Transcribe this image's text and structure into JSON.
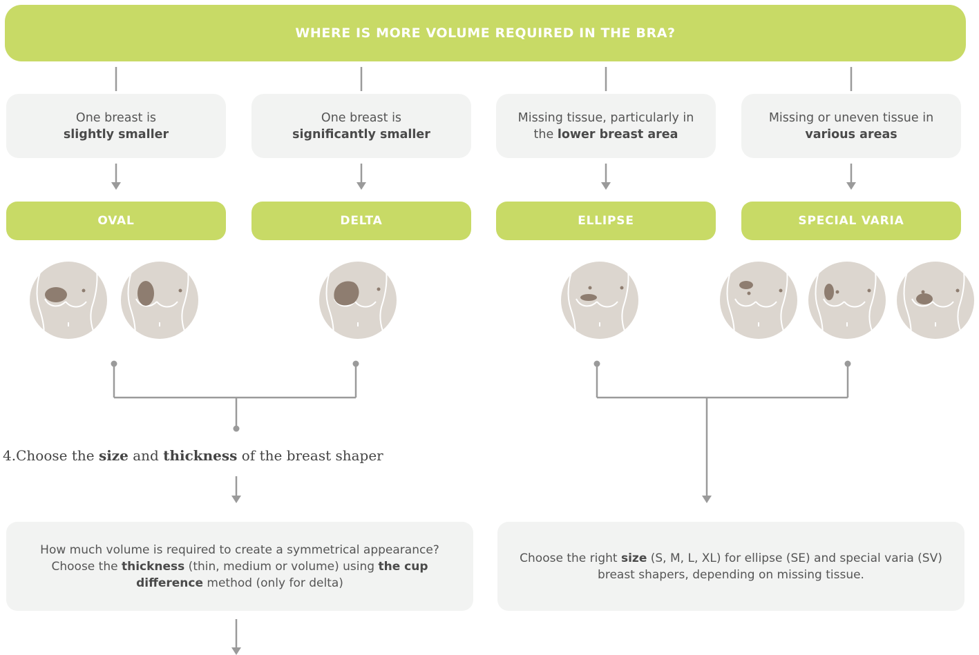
{
  "question": "WHERE IS MORE VOLUME REQUIRED IN THE BRA?",
  "options": [
    {
      "line1": "One breast is",
      "bold": "slightly smaller",
      "shape": "OVAL"
    },
    {
      "line1": "One breast is",
      "bold": "significantly smaller",
      "shape": "DELTA"
    },
    {
      "line1": "Missing tissue, particularly in",
      "prefix2": "the ",
      "bold": "lower breast area",
      "shape": "ELLIPSE"
    },
    {
      "line1": "Missing or uneven tissue in",
      "bold": "various areas",
      "shape": "SPECIAL VARIA"
    }
  ],
  "step": {
    "number": "4.",
    "t1": "Choose the ",
    "b1": "size",
    "t2": " and ",
    "b2": "thickness",
    "t3": " of the breast shaper"
  },
  "left_info": {
    "line1": "How much volume is required to create a symmetrical appearance?",
    "t1": "Choose the ",
    "b1": "thickness",
    "t2": " (thin, medium or volume) using ",
    "b2": "the cup difference",
    "t3": " method (only for delta)"
  },
  "right_info": {
    "t1": "Choose the right ",
    "b1": "size",
    "t2": " (S, M, L, XL) for ellipse (SE) and special varia (SV) breast shapers, depending on missing tissue."
  },
  "colors": {
    "accent": "#c8da66",
    "box": "#f2f3f2",
    "line": "#9a9a9a",
    "torso": "#dcd6cf",
    "marker": "#8e7d70"
  }
}
